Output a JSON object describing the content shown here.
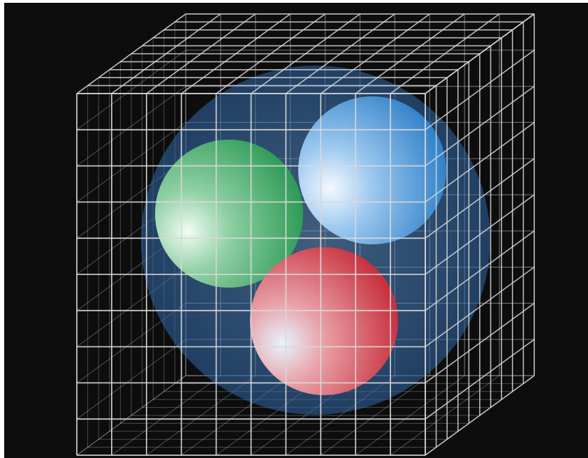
{
  "colors": {
    "background": "#0d0d0d",
    "grid": "#d8d8d8",
    "outer_sphere": "#4a86c8",
    "green_sphere": "#3fae6a",
    "blue_sphere": "#3f8fd6",
    "red_sphere": "#d94050"
  },
  "objects": {
    "cube": {
      "kind": "wireframe-lattice",
      "divisions": 10
    },
    "outer_sphere": {
      "kind": "translucent-sphere"
    },
    "inner_spheres": [
      {
        "name": "green-sphere",
        "color_key": "green_sphere"
      },
      {
        "name": "blue-sphere",
        "color_key": "blue_sphere"
      },
      {
        "name": "red-sphere",
        "color_key": "red_sphere"
      }
    ]
  }
}
